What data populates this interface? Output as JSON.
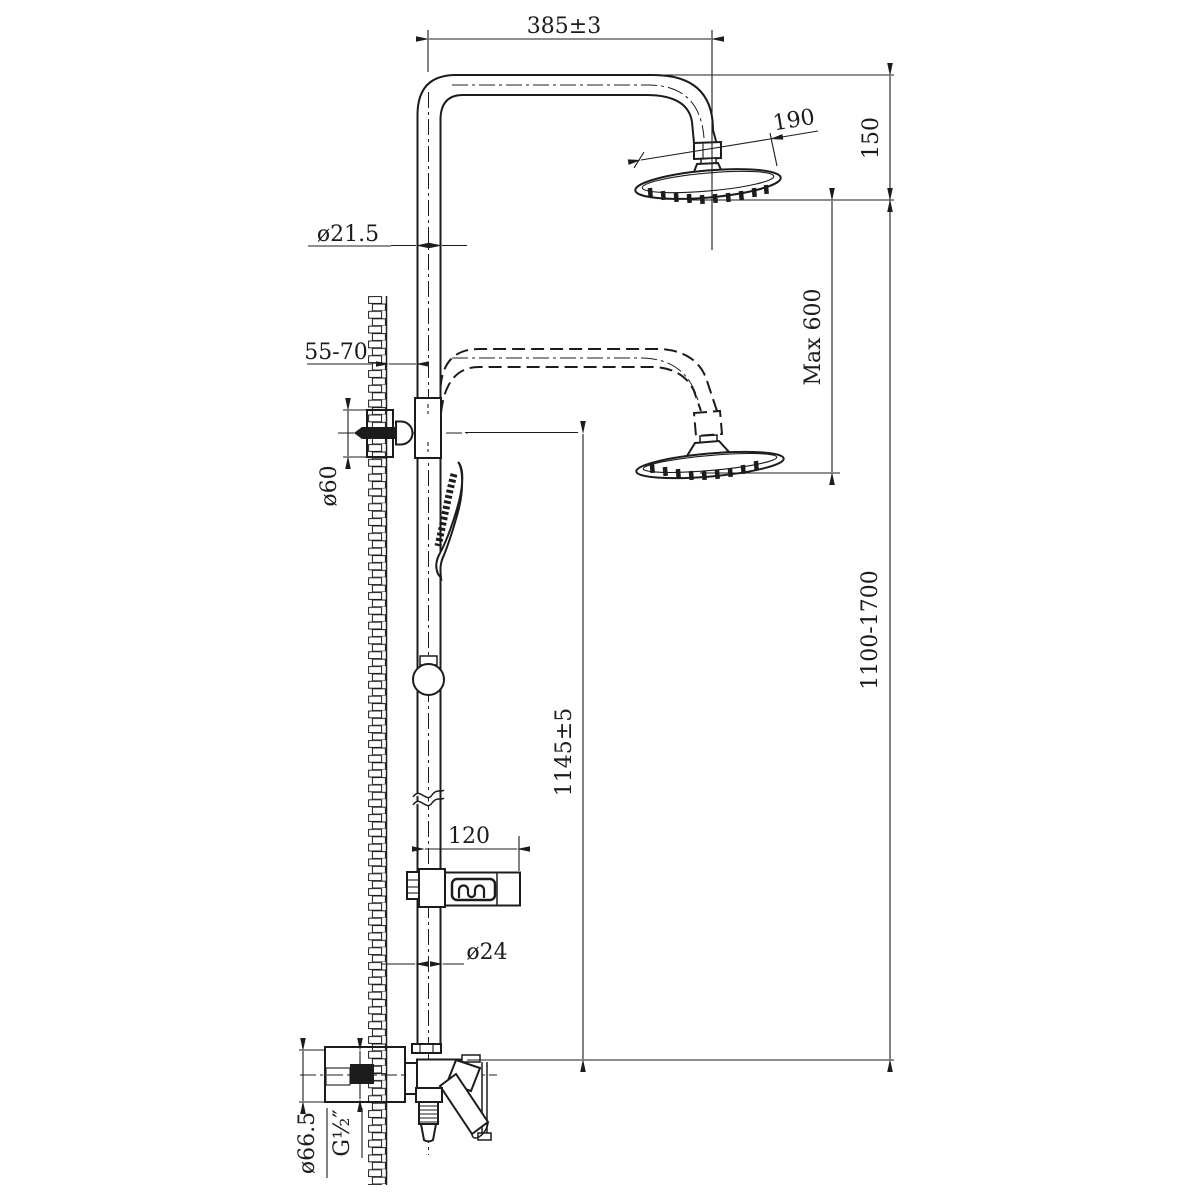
{
  "drawing": {
    "title": "shower-column-installation-drawing",
    "background_color": "#ffffff",
    "line_color": "#1c1c1c",
    "dims": {
      "top_arm_span": "385±3",
      "head_diameter": "190",
      "head_drop": "150",
      "max_adjust": "Max 600",
      "pipe_diameter": "ø21.5",
      "wall_clearance": "55-70",
      "bracket_diameter": "ø60",
      "riser_height": "1145±5",
      "install_height": "1100-1700",
      "soap_dish_width": "120",
      "rail_diameter": "ø24",
      "thread_size": "G½″",
      "escutcheon_diameter": "ø66.5"
    }
  }
}
